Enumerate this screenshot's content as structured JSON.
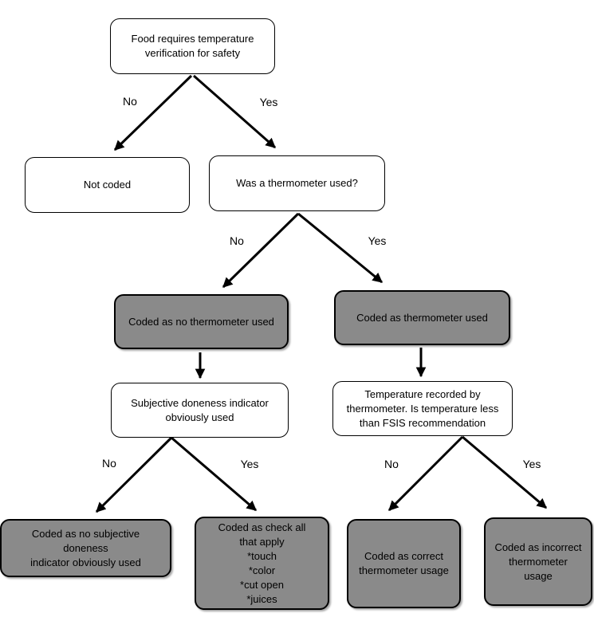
{
  "diagram": {
    "colors": {
      "background": "#ffffff",
      "box_fill": "#ffffff",
      "coded_fill": "#8a8a8a",
      "border": "#000000",
      "text": "#000000",
      "arrow": "#000000"
    },
    "nodes": {
      "root": {
        "text": "Food requires temperature\nverification for safety",
        "variant": "white"
      },
      "not_coded": {
        "text": "Not coded",
        "variant": "white"
      },
      "thermometer_q": {
        "text": "Was a thermometer used?",
        "variant": "white"
      },
      "coded_no_thermo": {
        "text": "Coded as no thermometer used",
        "variant": "gray"
      },
      "coded_thermo": {
        "text": "Coded as thermometer used",
        "variant": "gray"
      },
      "subjective": {
        "text": "Subjective doneness indicator\nobviously used",
        "variant": "white"
      },
      "temp_recorded": {
        "text": "Temperature recorded by\nthermometer. Is temperature less\nthan FSIS recommendation",
        "variant": "white"
      },
      "coded_no_subjective": {
        "text": "Coded as no subjective doneness\nindicator obviously used",
        "variant": "gray"
      },
      "check_all": {
        "text": "Coded as check all\nthat apply\n*touch\n*color\n*cut open\n*juices",
        "variant": "gray"
      },
      "correct_usage": {
        "text": "Coded as correct\nthermometer usage",
        "variant": "gray"
      },
      "incorrect_usage": {
        "text": "Coded as incorrect\nthermometer usage",
        "variant": "gray"
      }
    },
    "edges": {
      "root_no": {
        "from": "root",
        "to": "not_coded",
        "label": "No"
      },
      "root_yes": {
        "from": "root",
        "to": "thermometer_q",
        "label": "Yes"
      },
      "thermo_no": {
        "from": "thermometer_q",
        "to": "coded_no_thermo",
        "label": "No"
      },
      "thermo_yes": {
        "from": "thermometer_q",
        "to": "coded_thermo",
        "label": "Yes"
      },
      "no_thermo_down": {
        "from": "coded_no_thermo",
        "to": "subjective",
        "label": ""
      },
      "thermo_down": {
        "from": "coded_thermo",
        "to": "temp_recorded",
        "label": ""
      },
      "subjective_no": {
        "from": "subjective",
        "to": "coded_no_subjective",
        "label": "No"
      },
      "subjective_yes": {
        "from": "subjective",
        "to": "check_all",
        "label": "Yes"
      },
      "temp_no": {
        "from": "temp_recorded",
        "to": "correct_usage",
        "label": "No"
      },
      "temp_yes": {
        "from": "temp_recorded",
        "to": "incorrect_usage",
        "label": "Yes"
      }
    }
  }
}
